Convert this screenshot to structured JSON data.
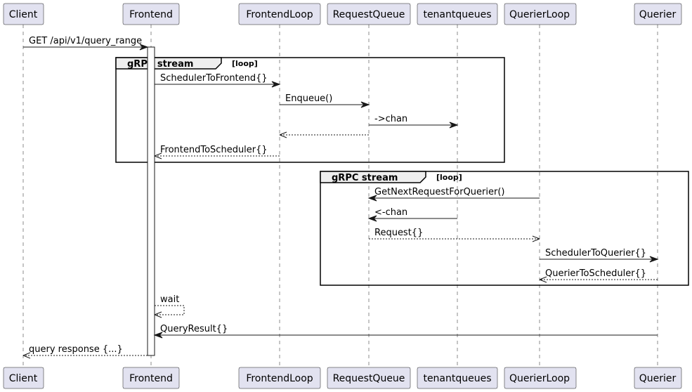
{
  "participants": [
    "Client",
    "Frontend",
    "FrontendLoop",
    "RequestQueue",
    "tenantqueues",
    "QuerierLoop",
    "Querier"
  ],
  "frames": [
    {
      "title": "gRPC stream",
      "condition": "[loop]"
    },
    {
      "title": "gRPC stream",
      "condition": "[loop]"
    }
  ],
  "messages": [
    {
      "from": "Client",
      "to": "Frontend",
      "label": "GET /api/v1/query_range",
      "style": "solid"
    },
    {
      "from": "Frontend",
      "to": "FrontendLoop",
      "label": "SchedulerToFrontend{}",
      "style": "solid"
    },
    {
      "from": "FrontendLoop",
      "to": "RequestQueue",
      "label": "Enqueue()",
      "style": "solid"
    },
    {
      "from": "RequestQueue",
      "to": "tenantqueues",
      "label": "->chan",
      "style": "solid"
    },
    {
      "from": "RequestQueue",
      "to": "FrontendLoop",
      "label": "",
      "style": "dashed"
    },
    {
      "from": "FrontendLoop",
      "to": "Frontend",
      "label": "FrontendToScheduler{}",
      "style": "dashed"
    },
    {
      "from": "QuerierLoop",
      "to": "RequestQueue",
      "label": "GetNextRequestForQuerier()",
      "style": "solid"
    },
    {
      "from": "tenantqueues",
      "to": "RequestQueue",
      "label": "<-chan",
      "style": "solid"
    },
    {
      "from": "RequestQueue",
      "to": "QuerierLoop",
      "label": "Request{}",
      "style": "dashed"
    },
    {
      "from": "QuerierLoop",
      "to": "Querier",
      "label": "SchedulerToQuerier{}",
      "style": "solid"
    },
    {
      "from": "Querier",
      "to": "QuerierLoop",
      "label": "QuerierToScheduler{}",
      "style": "dashed"
    },
    {
      "from": "Frontend",
      "to": "Frontend",
      "label": "wait",
      "style": "dashed",
      "self": true
    },
    {
      "from": "Querier",
      "to": "Frontend",
      "label": "QueryResult{}",
      "style": "solid"
    },
    {
      "from": "Frontend",
      "to": "Client",
      "label": "query response {...}",
      "style": "dashed"
    }
  ]
}
